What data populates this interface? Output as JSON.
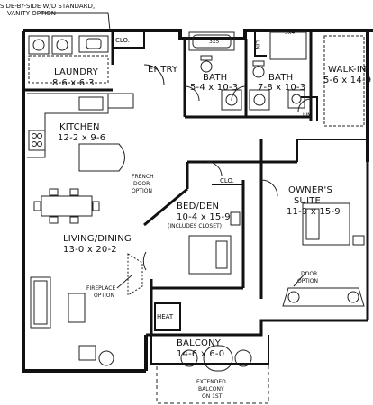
{
  "note": {
    "line1": "SIDE-BY-SIDE W/D STANDARD,",
    "line2": "VANITY OPTION"
  },
  "rooms": {
    "laundry": {
      "name": "LAUNDRY",
      "dims": "8-6 x 6-3"
    },
    "entry": {
      "name": "ENTRY"
    },
    "clo_entry": {
      "name": "CLO."
    },
    "bath1": {
      "name": "BATH",
      "dims": "5-4 x 10-3",
      "tub": "3x5"
    },
    "bath2": {
      "name": "BATH",
      "dims": "7-8 x 10-3",
      "shower": "3x4"
    },
    "lin1": {
      "name": "LIN"
    },
    "lin2": {
      "name": "LIN"
    },
    "walkin": {
      "name": "WALK-IN",
      "dims": "5-6 x 14-9"
    },
    "kitchen": {
      "name": "KITCHEN",
      "dims": "12-2 x 9-6"
    },
    "french": {
      "line1": "FRENCH",
      "line2": "DOOR",
      "line3": "OPTION"
    },
    "clo_bed": {
      "name": "CLO."
    },
    "bed": {
      "name": "BED/DEN",
      "dims": "10-4 x 15-9",
      "note": "(INCLUDES CLOSET)"
    },
    "owner": {
      "line1": "OWNER'S",
      "line2": "SUITE",
      "dims": "11-9 x 15-9"
    },
    "living": {
      "name": "LIVING/DINING",
      "dims": "13-0 x 20-2"
    },
    "fireplace": {
      "line1": "FIREPLACE",
      "line2": "OPTION"
    },
    "door": {
      "line1": "DOOR",
      "line2": "OPTION"
    },
    "heat": {
      "name": "HEAT"
    },
    "balcony": {
      "name": "BALCONY",
      "dims": "14-6 x 6-0"
    },
    "ext_balcony": {
      "line1": "EXTENDED",
      "line2": "BALCONY",
      "line3": "ON 1ST"
    }
  }
}
